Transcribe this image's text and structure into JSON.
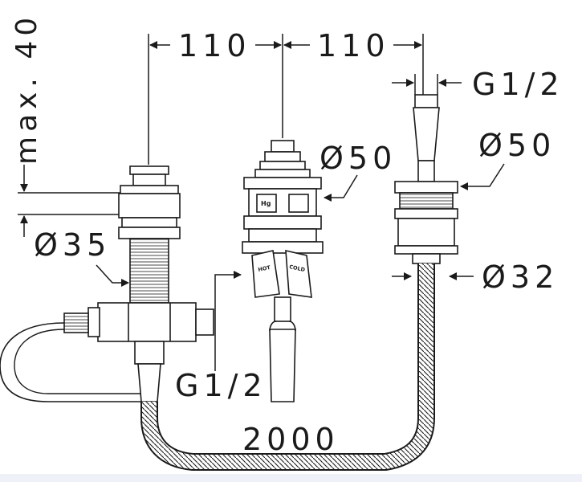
{
  "diagram": {
    "dims": {
      "left_spacing": "110",
      "right_spacing": "110",
      "max_depth": "max. 40",
      "thread_top": "G1/2",
      "diameter_mid": "Ø50",
      "diameter_right": "Ø50",
      "diameter_left": "Ø35",
      "diameter_right_low": "Ø32",
      "thread_mid": "G1/2",
      "hose_length": "2000"
    },
    "labels": {
      "hg": "Hg",
      "hot": "HOT",
      "cold": "COLD"
    }
  },
  "colors": {
    "line": "#1a1a1a",
    "background": "#ffffff",
    "footer": "#eef2f8"
  }
}
